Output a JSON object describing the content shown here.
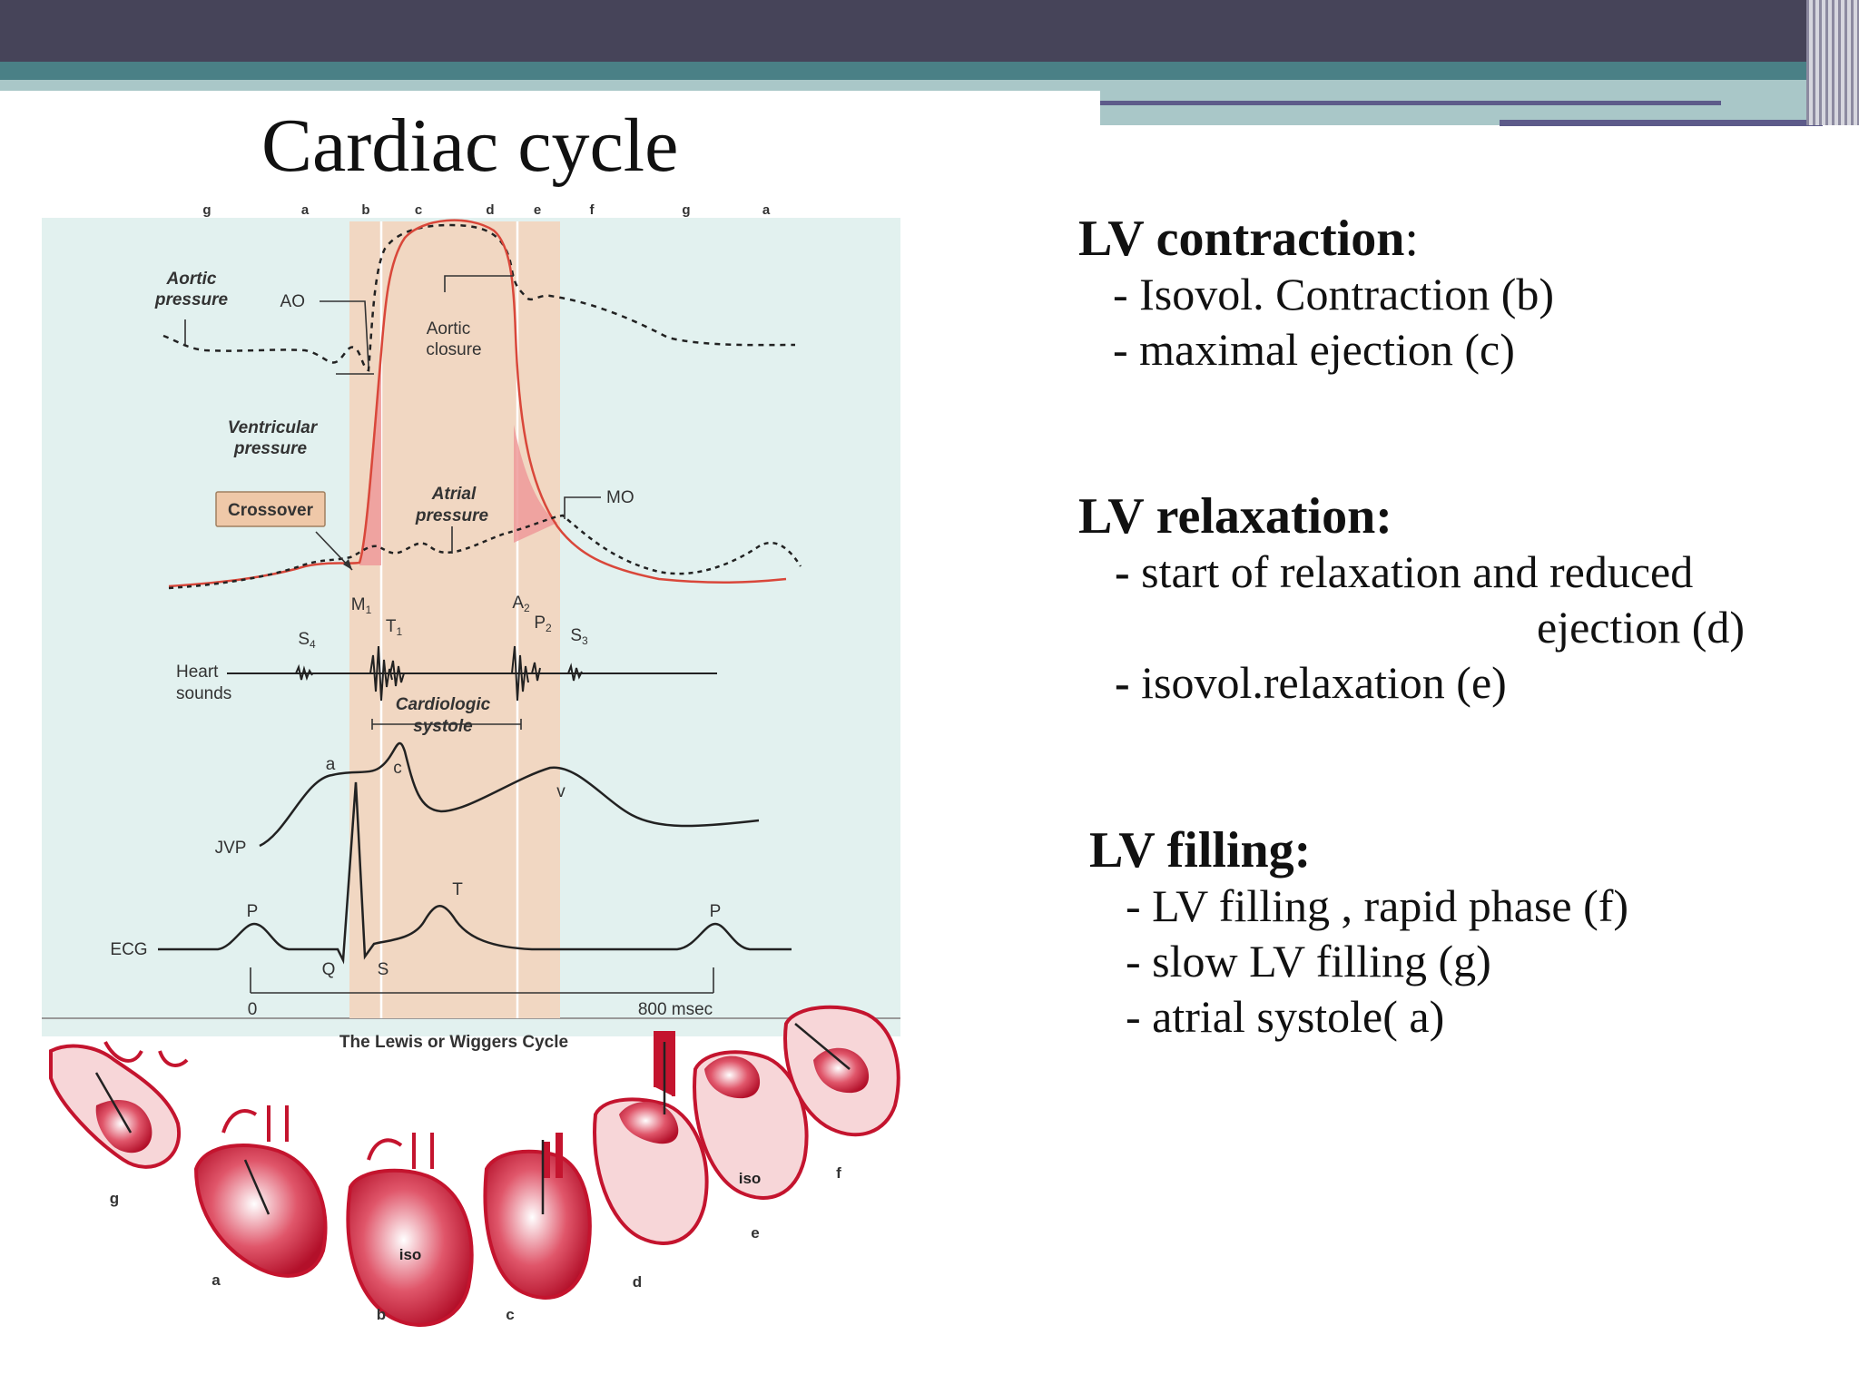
{
  "slide": {
    "title": "Cardiac cycle"
  },
  "diagram": {
    "phase_letters_top": [
      "g",
      "a",
      "b",
      "c",
      "d",
      "e",
      "f",
      "g",
      "a"
    ],
    "labels": {
      "aortic_pressure_1": "Aortic",
      "aortic_pressure_2": "pressure",
      "ao": "AO",
      "aortic_closure_1": "Aortic",
      "aortic_closure_2": "closure",
      "ventricular_pressure_1": "Ventricular",
      "ventricular_pressure_2": "pressure",
      "crossover": "Crossover",
      "atrial_pressure_1": "Atrial",
      "atrial_pressure_2": "pressure",
      "mo": "MO",
      "m1": "M",
      "m1_sub": "1",
      "t1": "T",
      "t1_sub": "1",
      "a2": "A",
      "a2_sub": "2",
      "p2": "P",
      "p2_sub": "2",
      "s4": "S",
      "s4_sub": "4",
      "s3": "S",
      "s3_sub": "3",
      "heart_sounds_1": "Heart",
      "heart_sounds_2": "sounds",
      "cardiologic_systole_1": "Cardiologic",
      "cardiologic_systole_2": "systole",
      "jvp": "JVP",
      "jvp_a": "a",
      "jvp_c": "c",
      "jvp_v": "v",
      "ecg": "ECG",
      "ecg_p1": "P",
      "ecg_t": "T",
      "ecg_p2": "P",
      "ecg_q": "Q",
      "ecg_s": "S",
      "time_zero": "0",
      "time_800": "800 msec",
      "caption": "The Lewis or Wiggers Cycle"
    },
    "heart_labels": [
      "g",
      "a",
      "b",
      "c",
      "d",
      "e",
      "f"
    ],
    "heart_iso_labels": [
      "iso",
      "iso"
    ],
    "colors": {
      "panel_bg": "#e2f1ef",
      "systole_band": "#f1d7c2",
      "pressure_red": "#d9473a",
      "heart_red": "#c4142e",
      "crossover_box": "#efc8a8"
    }
  },
  "sections": [
    {
      "heading": "LV contraction",
      "heading_suffix": ":",
      "items": [
        "- Isovol. Contraction (b)",
        "- maximal ejection (c)"
      ]
    },
    {
      "heading": "LV relaxation:",
      "items": [
        {
          "dash": "-",
          "text": " start of relaxation and reduced"
        },
        {
          "continuation": "ejection (d)"
        },
        {
          "dash": "-",
          "text": " isovol.relaxation (e)"
        }
      ]
    },
    {
      "heading": "LV filling:",
      "items": [
        "- LV filling , rapid phase (f)",
        "- slow LV filling (g)",
        "- atrial systole( a)"
      ]
    }
  ],
  "theme": {
    "top_bar": "#464459",
    "teal_bar": "#4a8086",
    "light_teal_bar": "#a9c7c8",
    "accent_line": "#5d5b8a"
  }
}
